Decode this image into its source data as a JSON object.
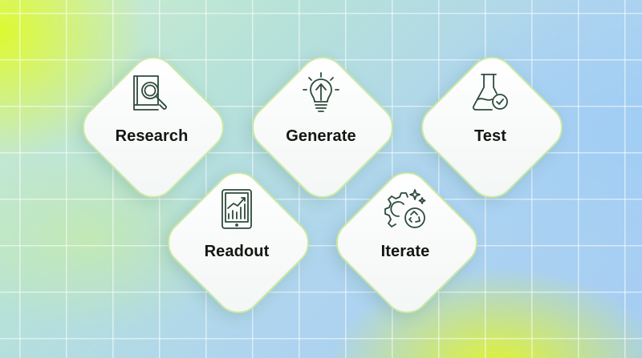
{
  "steps": [
    {
      "label": "Research",
      "icon": "book-magnifier-icon"
    },
    {
      "label": "Generate",
      "icon": "lightbulb-arrow-icon"
    },
    {
      "label": "Test",
      "icon": "flask-check-icon"
    },
    {
      "label": "Readout",
      "icon": "tablet-chart-icon"
    },
    {
      "label": "Iterate",
      "icon": "gear-recycle-icon"
    }
  ],
  "colors": {
    "card_border": "#c9e8a4",
    "icon_stroke": "#2e4b3d",
    "label_text": "#121712"
  }
}
